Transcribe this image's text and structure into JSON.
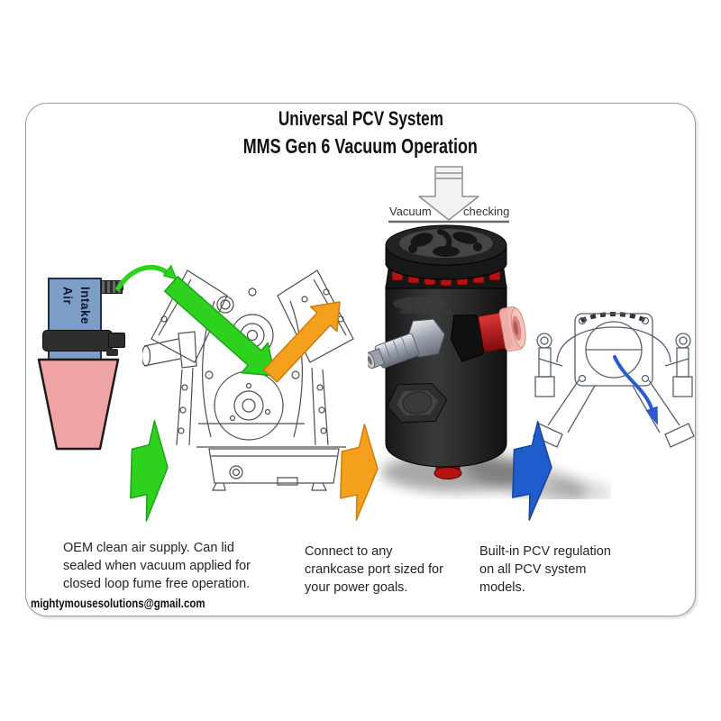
{
  "title": {
    "line1": "Universal PCV System",
    "line2": "MMS Gen 6 Vacuum Operation"
  },
  "vacuum_note": {
    "left_text": "Vacuum",
    "right_text": "checking"
  },
  "air_intake_label": "Air\nIntake",
  "captions": {
    "oem": "OEM clean air supply.  Can lid\nsealed when vacuum applied for\nclosed loop fume free operation.",
    "crankcase": "Connect to any\ncrankcase port sized for\nyour power goals.",
    "pcv": "Built-in PCV regulation\non all PCV system\nmodels."
  },
  "contact_email": "mightymousesolutions@gmail.com",
  "colors": {
    "flow_green": "#2fd11f",
    "flow_orange": "#f5a01c",
    "flow_blue": "#1f5ccc",
    "intake_blue": "#7d9ec6",
    "filter_pink": "#f0a3a3",
    "can_body": "#262626",
    "vent_red": "#b51212",
    "vacuum_arrow_fill": "#f2f2f2"
  }
}
